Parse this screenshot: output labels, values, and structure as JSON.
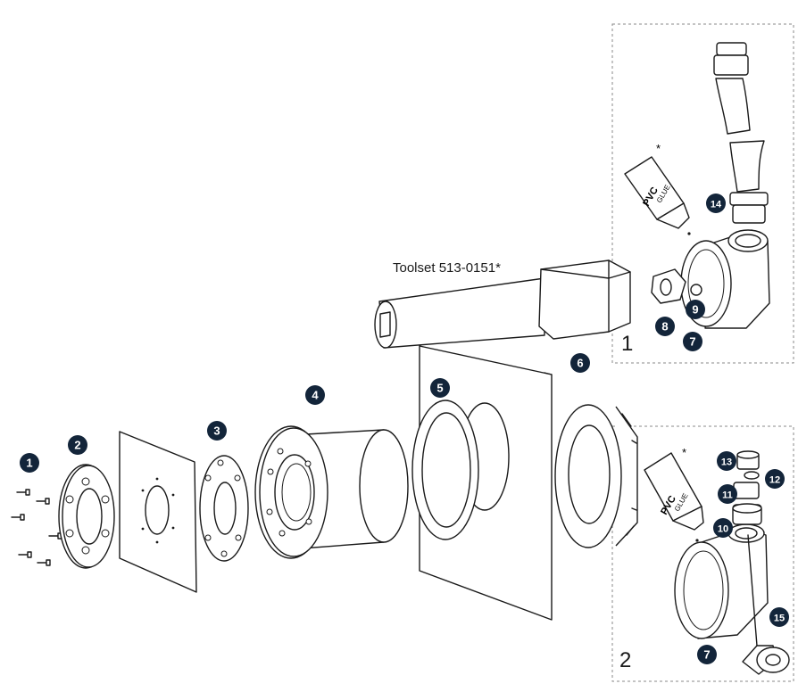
{
  "toolset_label": "Toolset 513-0151*",
  "callouts": [
    "1",
    "2",
    "3",
    "4",
    "5",
    "6",
    "7",
    "8",
    "9",
    "10",
    "11",
    "12",
    "13",
    "14",
    "15"
  ],
  "inset_labels": {
    "top": "1",
    "bottom": "2"
  },
  "glue_label": {
    "line1": "PVC",
    "line2": "GLUE"
  },
  "asterisk": "*",
  "colors": {
    "line": "#1a1a1a",
    "badge": "#13253a",
    "badge_text": "#ffffff",
    "inset_border": "#8a8a8a"
  },
  "icons": [
    "screw-icon",
    "flange-ring",
    "gasket",
    "sleeve",
    "wall-panel",
    "nozzle-body",
    "glue-tube",
    "pipe",
    "tape-roll"
  ]
}
